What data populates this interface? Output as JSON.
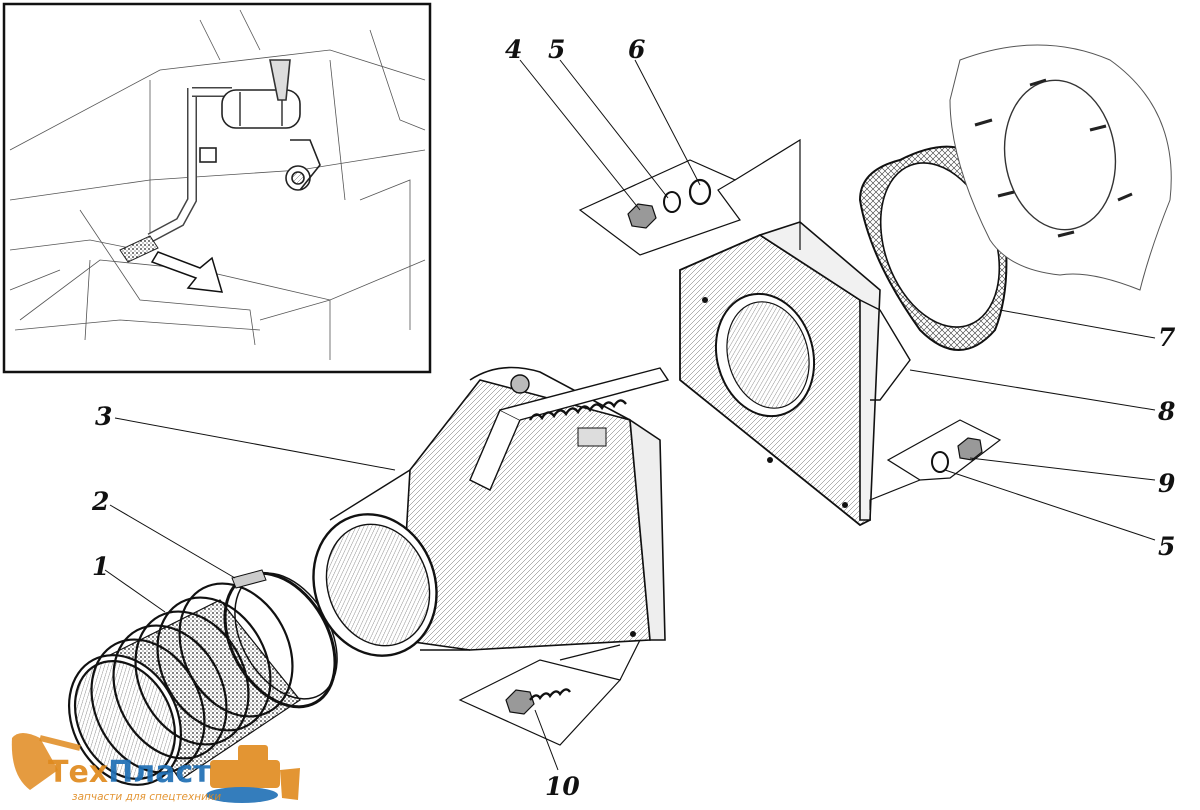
{
  "diagram": {
    "callouts": [
      {
        "id": "c4",
        "label": "4"
      },
      {
        "id": "c5a",
        "label": "5"
      },
      {
        "id": "c6",
        "label": "6"
      },
      {
        "id": "c7",
        "label": "7"
      },
      {
        "id": "c8",
        "label": "8"
      },
      {
        "id": "c9",
        "label": "9"
      },
      {
        "id": "c5b",
        "label": "5"
      },
      {
        "id": "c3",
        "label": "3"
      },
      {
        "id": "c2",
        "label": "2"
      },
      {
        "id": "c1",
        "label": "1"
      },
      {
        "id": "c10",
        "label": "10"
      }
    ]
  },
  "watermark": {
    "name_part1": "Тех",
    "name_part2": "Пласт",
    "tagline": "запчасти для спецтехники",
    "color_primary": "#e08a1e",
    "color_secondary": "#1f6fb5"
  }
}
